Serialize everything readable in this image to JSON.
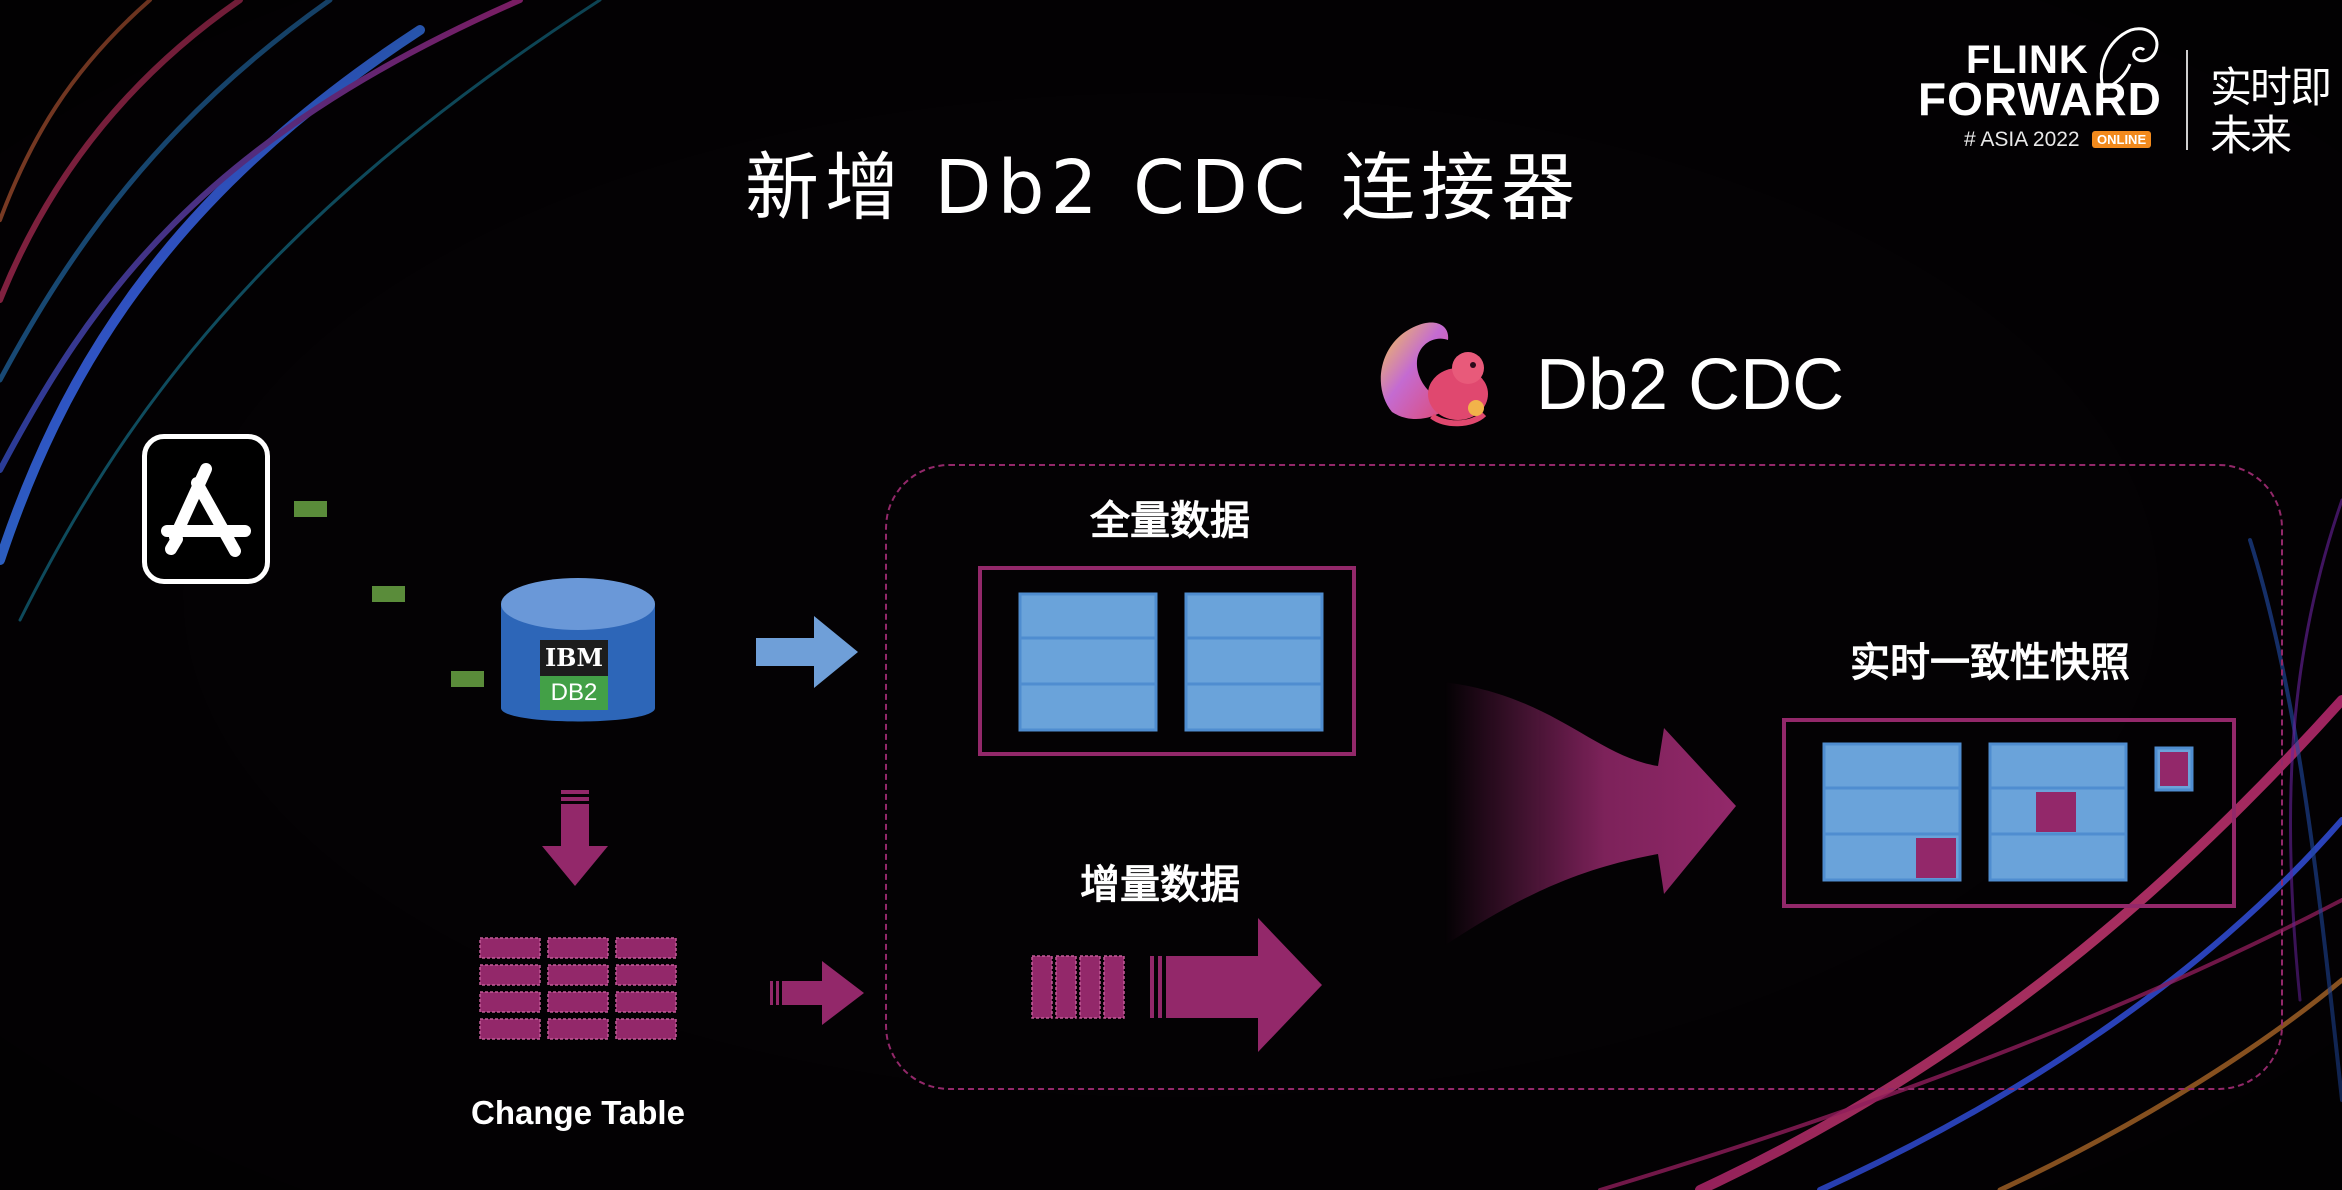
{
  "slide": {
    "title": "新增 Db2 CDC 连接器"
  },
  "event_logo": {
    "line1": "FLINK",
    "line2": "FORWARD",
    "tag": "# ASIA 2022",
    "badge": "ONLINE",
    "slogan_line1": "实时即",
    "slogan_line2": "未来"
  },
  "diagram": {
    "connector_title": "Db2 CDC",
    "db_brand": "IBM",
    "db_name": "DB2",
    "change_table_label": "Change Table",
    "full_data_label": "全量数据",
    "incremental_data_label": "增量数据",
    "snapshot_label": "实时一致性快照"
  },
  "colors": {
    "accent_magenta": "#93286a",
    "table_blue": "#6aa3da",
    "arrow_blue": "#6f9fd8",
    "status_green": "#5a8c3a"
  }
}
